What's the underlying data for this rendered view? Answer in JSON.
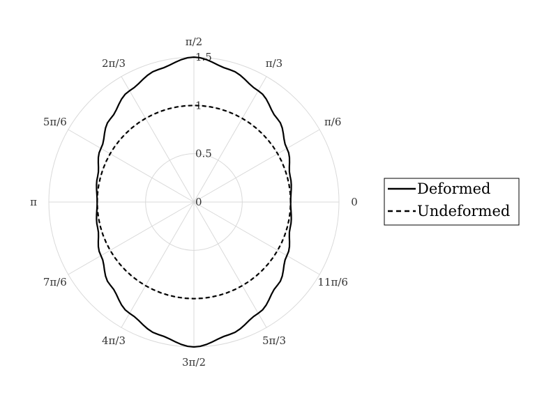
{
  "chart_data": {
    "type": "line",
    "subtype": "polar",
    "title": "",
    "theta_tick_labels": [
      "0",
      "π/6",
      "π/3",
      "π/2",
      "2π/3",
      "5π/6",
      "π",
      "7π/6",
      "4π/3",
      "3π/2",
      "5π/3",
      "11π/6"
    ],
    "r_tick_values": [
      0,
      0.5,
      1,
      1.5
    ],
    "r_tick_labels": [
      "0",
      "0.5",
      "1",
      "1.5"
    ],
    "rlim": [
      0,
      1.5
    ],
    "grid": true,
    "legend_position": "right",
    "series": [
      {
        "name": "Deformed",
        "line_style": "solid",
        "color": "#000000",
        "theta_deg": [
          0,
          15,
          30,
          45,
          60,
          75,
          90,
          105,
          120,
          135,
          150,
          165,
          180,
          195,
          210,
          225,
          240,
          255,
          270,
          285,
          300,
          315,
          330,
          345,
          360
        ],
        "r": [
          1.0,
          1.03,
          1.11,
          1.22,
          1.33,
          1.42,
          1.5,
          1.42,
          1.33,
          1.22,
          1.11,
          1.03,
          1.0,
          1.03,
          1.11,
          1.22,
          1.33,
          1.42,
          1.5,
          1.42,
          1.33,
          1.22,
          1.11,
          1.03,
          1.0
        ]
      },
      {
        "name": "Undeformed",
        "line_style": "dashed",
        "color": "#000000",
        "theta_deg": [
          0,
          30,
          60,
          90,
          120,
          150,
          180,
          210,
          240,
          270,
          300,
          330,
          360
        ],
        "r": [
          1,
          1,
          1,
          1,
          1,
          1,
          1,
          1,
          1,
          1,
          1,
          1,
          1
        ]
      }
    ]
  }
}
